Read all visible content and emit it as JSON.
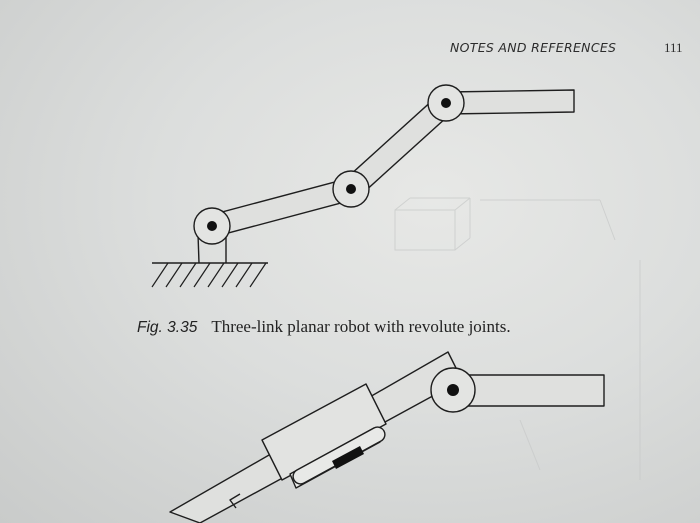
{
  "header": {
    "title": "NOTES AND REFERENCES",
    "page_number": "111"
  },
  "figure": {
    "label": "Fig. 3.35",
    "caption": "Three-link planar robot with revolute joints."
  }
}
